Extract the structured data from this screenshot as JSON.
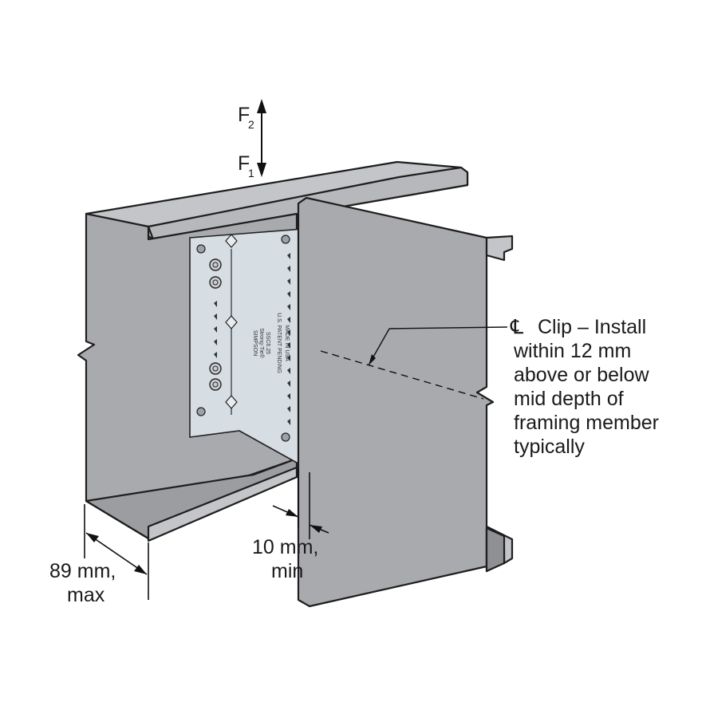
{
  "forces": {
    "upward_label": "F",
    "upward_sub": "2",
    "downward_label": "F",
    "downward_sub": "1"
  },
  "callout": {
    "centerline_symbol": "℄",
    "lines": [
      "Clip – Install",
      "within 12 mm",
      "above or below",
      "mid depth of",
      "framing member",
      "typically"
    ]
  },
  "dimensions": {
    "flange_line1": "89 mm,",
    "flange_line2": "max",
    "gap_line1": "10 mm,",
    "gap_line2": "min"
  },
  "clip_stamp": {
    "brand": "SIMPSON",
    "product": "Strong-Tie®",
    "model": "SSC6.25",
    "patent": "U.S. PATENT PENDING",
    "origin": "MADE IN USA"
  },
  "colors": {
    "steel": "#a9aaad",
    "clip": "#d6dde3",
    "outline": "#1e1e1e"
  }
}
